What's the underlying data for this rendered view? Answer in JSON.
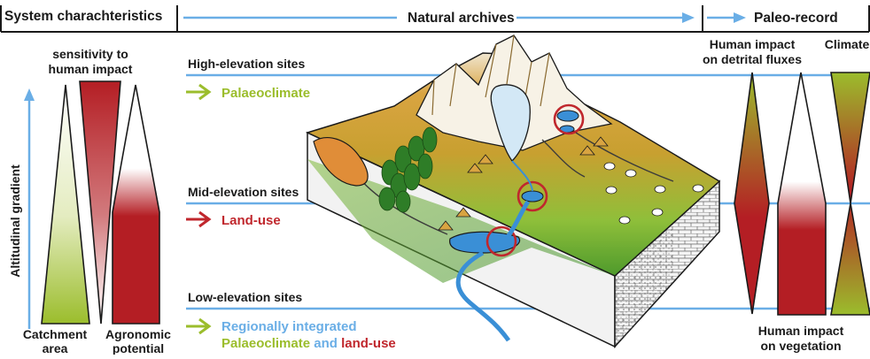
{
  "header": {
    "system": "System charachteristics",
    "archives": "Natural archives",
    "paleo": "Paleo-record"
  },
  "left": {
    "sensitivity": [
      "sensitivity to",
      "human impact"
    ],
    "axis_label": "Altitudinal gradient",
    "catchment": [
      "Catchment",
      "area"
    ],
    "agronomic": [
      "Agronomic",
      "potential"
    ]
  },
  "sites": {
    "high": "High-elevation sites",
    "mid": "Mid-elevation sites",
    "low": "Low-elevation sites"
  },
  "signals": {
    "high": "Palaeoclimate",
    "mid": "Land-use",
    "low_line1": "Regionally integrated",
    "low_palaeo": "Palaeoclimate",
    "low_and": " and ",
    "low_landuse": "land-use"
  },
  "right": {
    "detrital": [
      "Human impact",
      "on detrital fluxes"
    ],
    "climate": "Climate",
    "vegetation": [
      "Human impact",
      "on vegetation"
    ]
  },
  "colors": {
    "blue": "#6aaee6",
    "red": "#c0272d",
    "green": "#9bbd2c",
    "text": "#1a1a1a"
  }
}
